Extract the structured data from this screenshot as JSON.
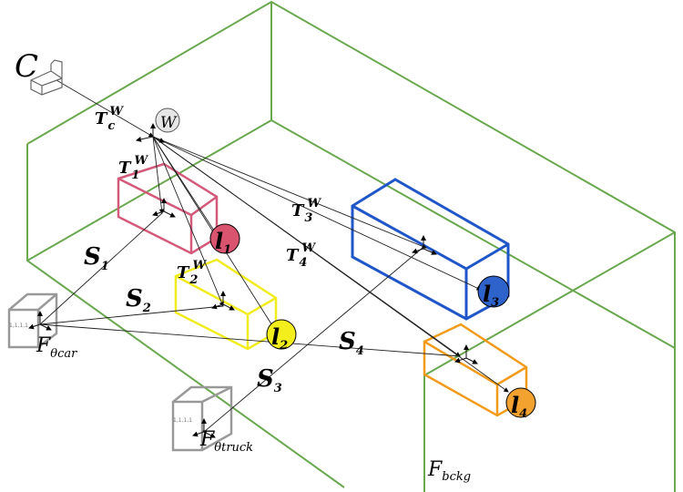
{
  "camera": {
    "label": "C",
    "transform": {
      "main": "T",
      "sub": "c",
      "sup": "W"
    }
  },
  "world": {
    "label": "W"
  },
  "transforms": [
    {
      "main": "T",
      "sub": "1",
      "sup": "W"
    },
    {
      "main": "T",
      "sub": "2",
      "sup": "W"
    },
    {
      "main": "T",
      "sub": "3",
      "sup": "W"
    },
    {
      "main": "T",
      "sub": "4",
      "sup": "W"
    }
  ],
  "shape_codes": [
    {
      "main": "S",
      "sub": "1"
    },
    {
      "main": "S",
      "sub": "2"
    },
    {
      "main": "S",
      "sub": "3"
    },
    {
      "main": "S",
      "sub": "4"
    }
  ],
  "objects": [
    {
      "label": "l",
      "sub": "1",
      "color": "#d45a7a",
      "fill": "#d9546f"
    },
    {
      "label": "l",
      "sub": "2",
      "color": "#f0ec1e",
      "fill": "#f3ee1c"
    },
    {
      "label": "l",
      "sub": "3",
      "color": "#1f56c8",
      "fill": "#2e63cc"
    },
    {
      "label": "l",
      "sub": "4",
      "color": "#f29a1a",
      "fill": "#f3a12f"
    }
  ],
  "networks": [
    {
      "main": "F",
      "sub": "θcar",
      "code": "1,1,1,1"
    },
    {
      "main": "F",
      "sub": "θtruck",
      "code": "1,1,1,1"
    }
  ],
  "background": {
    "main": "F",
    "sub": "bckg",
    "color": "#6aa84f"
  }
}
